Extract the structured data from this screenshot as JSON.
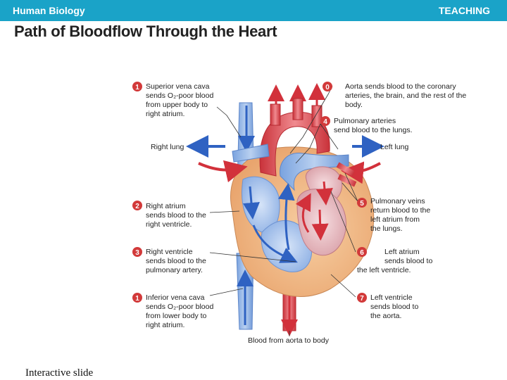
{
  "header": {
    "course": "Human Biology",
    "section": "TEACHING"
  },
  "title": "Path of Bloodflow Through the Heart",
  "footer": "Interactive slide",
  "callouts": {
    "svc": {
      "number": "1",
      "lines": [
        "Superior vena cava",
        "sends O₂-poor blood",
        "from upper body to",
        "right atrium."
      ]
    },
    "aorta": {
      "number": "0",
      "lines": [
        "Aorta sends blood to the coronary",
        "arteries, the brain, and the rest of the",
        "body."
      ]
    },
    "pulm_art": {
      "number": "4",
      "lines": [
        "Pulmonary arteries",
        "send blood to the lungs."
      ]
    },
    "right_lung": "Right lung",
    "left_lung": "Left lung",
    "right_atrium": {
      "number": "2",
      "lines": [
        "Right atrium",
        "sends blood to the",
        "right ventricle."
      ]
    },
    "pulm_veins": {
      "number": "5",
      "lines": [
        "Pulmonary veins",
        "return blood to the",
        "left atrium from",
        "the lungs."
      ]
    },
    "right_ventricle": {
      "number": "3",
      "lines": [
        "Right ventricle",
        "sends blood to the",
        "pulmonary artery."
      ]
    },
    "left_atrium": {
      "number": "6",
      "lines": [
        "Left atrium",
        "sends blood to",
        "the left ventricle."
      ]
    },
    "ivc": {
      "number": "1",
      "lines": [
        "Inferior vena cava",
        "sends O₂-poor blood",
        "from lower body to",
        "right atrium."
      ]
    },
    "left_ventricle": {
      "number": "7",
      "lines": [
        "Left ventricle",
        "sends blood to",
        "the aorta."
      ]
    },
    "aorta_body": "Blood from aorta to body"
  },
  "colors": {
    "banner": "#1aa3c8",
    "number_badge": "#d23a3a",
    "oxygen_rich": "#d8373f",
    "oxygen_poor": "#3a6fc9",
    "heart_muscle": "#f2b886"
  }
}
